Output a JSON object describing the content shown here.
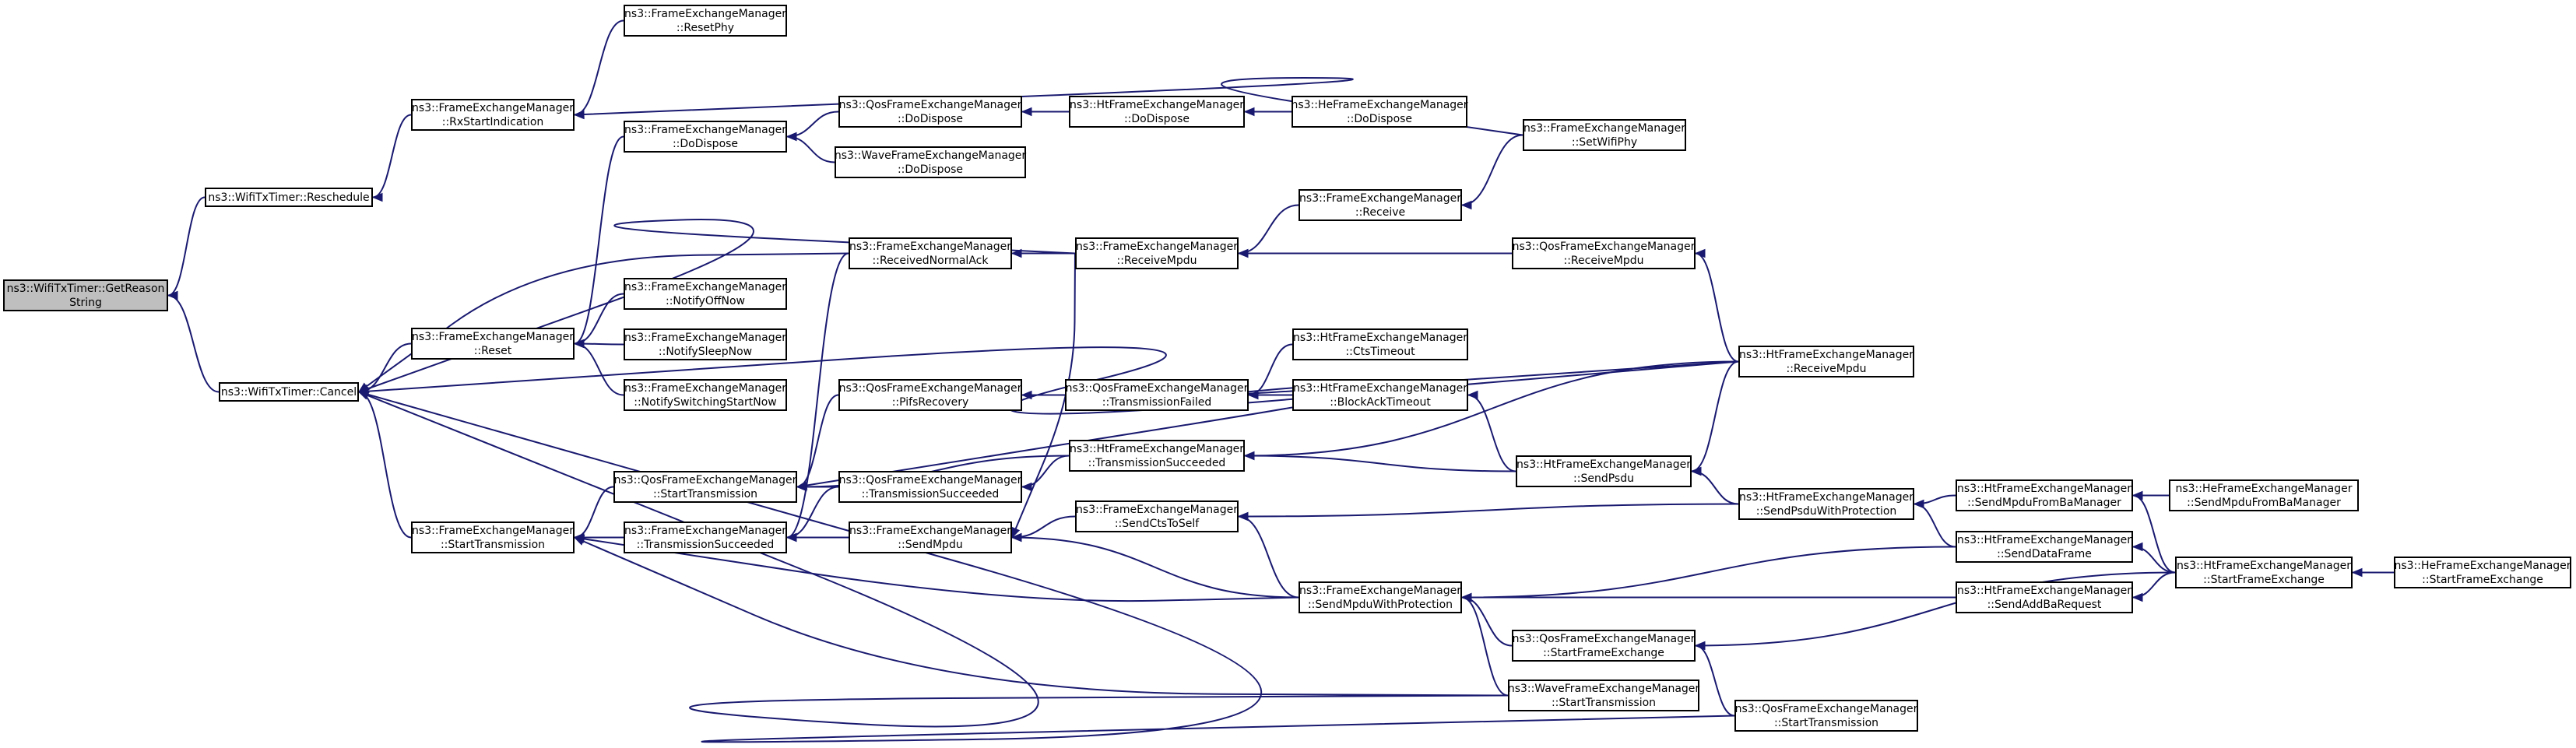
{
  "nodes": [
    {
      "id": "getreason",
      "l1": "ns3::WifiTxTimer::GetReason",
      "l2": "String",
      "root": true
    },
    {
      "id": "reschedule",
      "l1": "ns3::WifiTxTimer::Reschedule",
      "l2": ""
    },
    {
      "id": "cancel",
      "l1": "ns3::WifiTxTimer::Cancel",
      "l2": ""
    },
    {
      "id": "fem_rxstart",
      "l1": "ns3::FrameExchangeManager",
      "l2": "::RxStartIndication"
    },
    {
      "id": "fem_reset",
      "l1": "ns3::FrameExchangeManager",
      "l2": "::Reset"
    },
    {
      "id": "fem_starttx",
      "l1": "ns3::FrameExchangeManager",
      "l2": "::StartTransmission"
    },
    {
      "id": "fem_resetphy",
      "l1": "ns3::FrameExchangeManager",
      "l2": "::ResetPhy"
    },
    {
      "id": "fem_dodispose",
      "l1": "ns3::FrameExchangeManager",
      "l2": "::DoDispose"
    },
    {
      "id": "fem_notifyoff",
      "l1": "ns3::FrameExchangeManager",
      "l2": "::NotifyOffNow"
    },
    {
      "id": "fem_notifysleep",
      "l1": "ns3::FrameExchangeManager",
      "l2": "::NotifySleepNow"
    },
    {
      "id": "fem_notifyswitch",
      "l1": "ns3::FrameExchangeManager",
      "l2": "::NotifySwitchingStartNow"
    },
    {
      "id": "qfem_starttx",
      "l1": "ns3::QosFrameExchangeManager",
      "l2": "::StartTransmission"
    },
    {
      "id": "fem_txsucc",
      "l1": "ns3::FrameExchangeManager",
      "l2": "::TransmissionSucceeded"
    },
    {
      "id": "qfem_dodispose",
      "l1": "ns3::QosFrameExchangeManager",
      "l2": "::DoDispose"
    },
    {
      "id": "wfem_dodispose",
      "l1": "ns3::WaveFrameExchangeManager",
      "l2": "::DoDispose"
    },
    {
      "id": "fem_rxnormalack",
      "l1": "ns3::FrameExchangeManager",
      "l2": "::ReceivedNormalAck"
    },
    {
      "id": "qfem_pifs",
      "l1": "ns3::QosFrameExchangeManager",
      "l2": "::PifsRecovery"
    },
    {
      "id": "qfem_txsucc",
      "l1": "ns3::QosFrameExchangeManager",
      "l2": "::TransmissionSucceeded"
    },
    {
      "id": "fem_sendmpdu",
      "l1": "ns3::FrameExchangeManager",
      "l2": "::SendMpdu"
    },
    {
      "id": "htfem_dodispose",
      "l1": "ns3::HtFrameExchangeManager",
      "l2": "::DoDispose"
    },
    {
      "id": "fem_rxmpdu",
      "l1": "ns3::FrameExchangeManager",
      "l2": "::ReceiveMpdu"
    },
    {
      "id": "qfem_txfailed",
      "l1": "ns3::QosFrameExchangeManager",
      "l2": "::TransmissionFailed"
    },
    {
      "id": "htfem_txsucc",
      "l1": "ns3::HtFrameExchangeManager",
      "l2": "::TransmissionSucceeded"
    },
    {
      "id": "fem_sendcts",
      "l1": "ns3::FrameExchangeManager",
      "l2": "::SendCtsToSelf"
    },
    {
      "id": "hefem_dodispose",
      "l1": "ns3::HeFrameExchangeManager",
      "l2": "::DoDispose"
    },
    {
      "id": "fem_receive",
      "l1": "ns3::FrameExchangeManager",
      "l2": "::Receive"
    },
    {
      "id": "htfem_ctstimeout",
      "l1": "ns3::HtFrameExchangeManager",
      "l2": "::CtsTimeout"
    },
    {
      "id": "htfem_blockack",
      "l1": "ns3::HtFrameExchangeManager",
      "l2": "::BlockAckTimeout"
    },
    {
      "id": "fem_sendmpduprot",
      "l1": "ns3::FrameExchangeManager",
      "l2": "::SendMpduWithProtection"
    },
    {
      "id": "fem_setwifiphy",
      "l1": "ns3::FrameExchangeManager",
      "l2": "::SetWifiPhy"
    },
    {
      "id": "qfem_rxmpdu",
      "l1": "ns3::QosFrameExchangeManager",
      "l2": "::ReceiveMpdu"
    },
    {
      "id": "htfem_sendpsdu",
      "l1": "ns3::HtFrameExchangeManager",
      "l2": "::SendPsdu"
    },
    {
      "id": "qfem_startfe",
      "l1": "ns3::QosFrameExchangeManager",
      "l2": "::StartFrameExchange"
    },
    {
      "id": "wfem_starttx",
      "l1": "ns3::WaveFrameExchangeManager",
      "l2": "::StartTransmission"
    },
    {
      "id": "htfem_rxmpdu",
      "l1": "ns3::HtFrameExchangeManager",
      "l2": "::ReceiveMpdu"
    },
    {
      "id": "htfem_sendpsduprot",
      "l1": "ns3::HtFrameExchangeManager",
      "l2": "::SendPsduWithProtection"
    },
    {
      "id": "qfem_starttx2",
      "l1": "ns3::QosFrameExchangeManager",
      "l2": "::StartTransmission"
    },
    {
      "id": "htfem_sendmpduba",
      "l1": "ns3::HtFrameExchangeManager",
      "l2": "::SendMpduFromBaManager"
    },
    {
      "id": "htfem_senddata",
      "l1": "ns3::HtFrameExchangeManager",
      "l2": "::SendDataFrame"
    },
    {
      "id": "htfem_sendaddba",
      "l1": "ns3::HtFrameExchangeManager",
      "l2": "::SendAddBaRequest"
    },
    {
      "id": "hefem_sendmpduba",
      "l1": "ns3::HeFrameExchangeManager",
      "l2": "::SendMpduFromBaManager"
    },
    {
      "id": "htfem_startfe",
      "l1": "ns3::HtFrameExchangeManager",
      "l2": "::StartFrameExchange"
    },
    {
      "id": "hefem_startfe",
      "l1": "ns3::HeFrameExchangeManager",
      "l2": "::StartFrameExchange"
    }
  ],
  "colors": {
    "edge": "#191970",
    "node_border": "#000000",
    "root_fill": "#bfbfbf",
    "node_fill": "#ffffff"
  }
}
